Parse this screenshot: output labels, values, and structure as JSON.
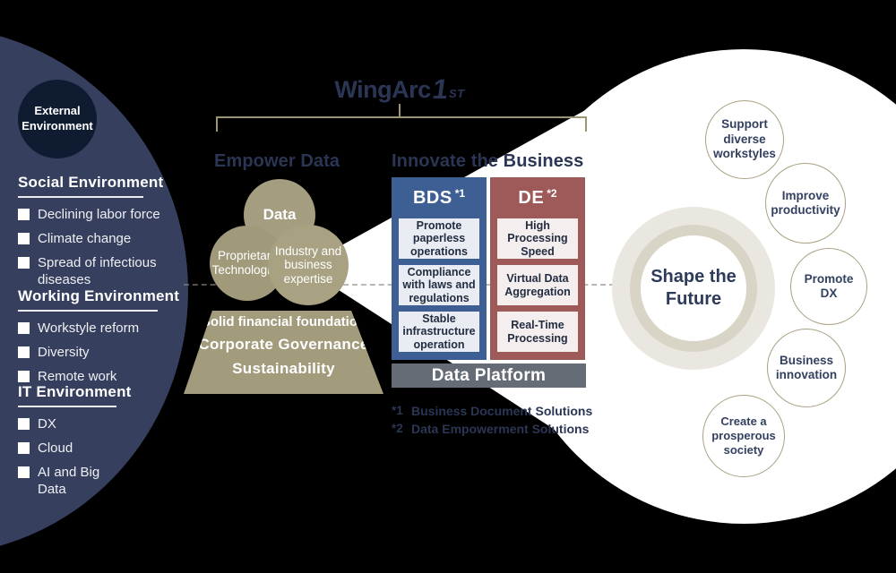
{
  "logo": {
    "brand": "WingArc",
    "one": "1",
    "st": "ST"
  },
  "left_panel": {
    "badge": "External Environment",
    "sections": [
      {
        "title": "Social Environment",
        "items": [
          "Declining labor force",
          "Climate change",
          "Spread of infectious diseases"
        ]
      },
      {
        "title": "Working Environment",
        "items": [
          "Workstyle reform",
          "Diversity",
          "Remote work"
        ]
      },
      {
        "title": "IT Environment",
        "items": [
          "DX",
          "Cloud",
          "AI and Big Data"
        ]
      }
    ]
  },
  "empower": {
    "heading": "Empower Data",
    "circles": [
      {
        "label": "Data"
      },
      {
        "label": "Proprietary Technologies"
      },
      {
        "label": "Industry and business expertise"
      }
    ],
    "foundation_rows": [
      "Solid financial foundation",
      "Corporate Governance",
      "Sustainability"
    ]
  },
  "innovate": {
    "heading": "Innovate the Business",
    "columns": [
      {
        "name": "BDS",
        "mark": "*1",
        "cells": [
          "Promote paperless operations",
          "Compliance with laws and regulations",
          "Stable infrastructure operation"
        ]
      },
      {
        "name": "DE",
        "mark": "*2",
        "cells": [
          "High Processing Speed",
          "Virtual Data Aggregation",
          "Real-Time Processing"
        ]
      }
    ],
    "platform_label": "Data Platform",
    "footnotes": [
      {
        "mark": "*1",
        "text": "Business Document Solutions"
      },
      {
        "mark": "*2",
        "text": "Data Empowerment Solutions"
      }
    ]
  },
  "future": {
    "center_label": "Shape the Future",
    "satellites": [
      "Support diverse workstyles",
      "Improve productivity",
      "Promote DX",
      "Business innovation",
      "Create a prosperous society"
    ]
  },
  "colors": {
    "background": "#000000",
    "panel_navy": "#363f5e",
    "badge_navy": "#0f1b31",
    "olive": "#a49d7f",
    "olive_dark": "#a29b7c",
    "bracket_olive": "#9c9574",
    "ink_navy": "#2b3654",
    "bds_blue": "#3e5f94",
    "de_red": "#9e5a58",
    "platform_gray": "#666c75",
    "cell_blue": "#e9ecf3",
    "cell_pink": "#f4efee",
    "cell_text": "#232d41",
    "ring_outer": "#e9e7df",
    "ring_band": "#d8d5c7",
    "satellite_border": "#a9a183",
    "satellite_text": "#334060"
  }
}
